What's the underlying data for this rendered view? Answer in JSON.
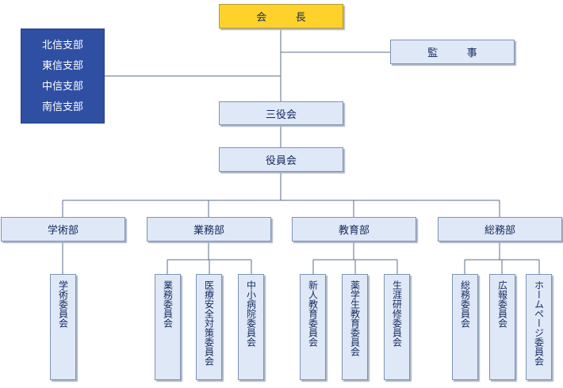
{
  "top": {
    "president": "会　長",
    "auditor": "監　事"
  },
  "branches": [
    "北信支部",
    "東信支部",
    "中信支部",
    "南信支部"
  ],
  "middle": {
    "sanyakukai": "三役会",
    "yakuinkai": "役員会"
  },
  "departments": [
    {
      "name": "学術部",
      "committees": [
        "学術委員会"
      ]
    },
    {
      "name": "業務部",
      "committees": [
        "業務委員会",
        "医療安全対策委員会",
        "中小病院委員会"
      ]
    },
    {
      "name": "教育部",
      "committees": [
        "新人教育委員会",
        "薬学生教育委員会",
        "生涯研修委員会"
      ]
    },
    {
      "name": "総務部",
      "committees": [
        "総務委員会",
        "広報委員会",
        "ホームページ委員会"
      ]
    }
  ],
  "colors": {
    "top": "#ffd22b",
    "node": "#dfe8f7",
    "branch_box": "#2f4fa3",
    "line": "#5a6e8c",
    "text": "#13285c"
  }
}
